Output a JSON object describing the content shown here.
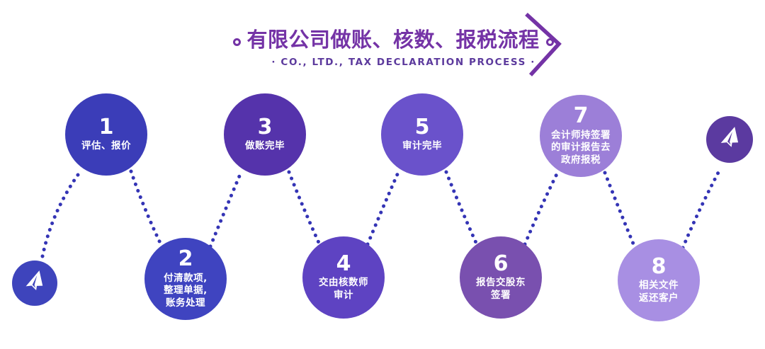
{
  "header": {
    "title": "有限公司做账、核数、报税流程",
    "subtitle": "· CO., LTD., TAX DECLARATION PROCESS ·"
  },
  "colors": {
    "title": "#7433a6",
    "subtitle": "#5c3a9d",
    "connector": "#3434b5",
    "plane_left_bg": "#3e44bc",
    "plane_right_bg": "#5b3aa0"
  },
  "steps": [
    {
      "number": "1",
      "label": "评估、报价",
      "color": "#3b3db8"
    },
    {
      "number": "2",
      "label": "付清款项,\n整理单据,\n账务处理",
      "color": "#3f44c0"
    },
    {
      "number": "3",
      "label": "做账完毕",
      "color": "#5533ab"
    },
    {
      "number": "4",
      "label": "交由核数师\n审计",
      "color": "#5e43c2"
    },
    {
      "number": "5",
      "label": "审计完毕",
      "color": "#6a52cb"
    },
    {
      "number": "6",
      "label": "报告交股东\n签署",
      "color": "#7950af"
    },
    {
      "number": "7",
      "label": "会计师持签署\n的审计报告去\n政府报税",
      "color": "#9c7fd8"
    },
    {
      "number": "8",
      "label": "相关文件\n返还客户",
      "color": "#a88fe3"
    }
  ],
  "icons": {
    "start_badge": "paper-plane-icon",
    "end_badge": "paper-plane-icon",
    "title_decoration": "chevron-right-icon"
  }
}
